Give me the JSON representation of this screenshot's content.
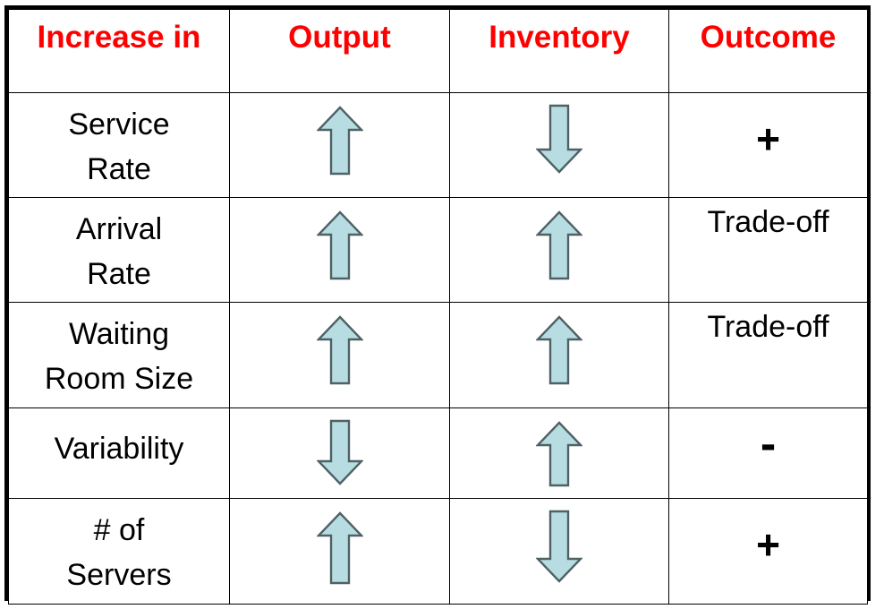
{
  "table": {
    "headers": [
      {
        "label": "Increase in",
        "name": "header-increase-in"
      },
      {
        "label": "Output",
        "name": "header-output"
      },
      {
        "label": "Inventory",
        "name": "header-inventory"
      },
      {
        "label": "Outcome",
        "name": "header-outcome"
      }
    ],
    "header_color": "#ff0000",
    "arrow_fill": "#b7dde2",
    "arrow_stroke": "#4f6164",
    "border_color": "#000000",
    "rows": [
      {
        "factor_lines": [
          "Service",
          "Rate"
        ],
        "output": {
          "icon": "arrow-up-icon",
          "direction": "up"
        },
        "inventory": {
          "icon": "arrow-down-icon",
          "direction": "down"
        },
        "outcome": {
          "text": "+",
          "kind": "symbol"
        }
      },
      {
        "factor_lines": [
          "Arrival",
          "Rate"
        ],
        "output": {
          "icon": "arrow-up-icon",
          "direction": "up"
        },
        "inventory": {
          "icon": "arrow-up-icon",
          "direction": "up"
        },
        "outcome": {
          "text": "Trade-off",
          "kind": "word"
        }
      },
      {
        "factor_lines": [
          "Waiting",
          "Room Size"
        ],
        "output": {
          "icon": "arrow-up-icon",
          "direction": "up"
        },
        "inventory": {
          "icon": "arrow-up-icon",
          "direction": "up"
        },
        "outcome": {
          "text": "Trade-off",
          "kind": "word"
        }
      },
      {
        "factor_lines": [
          "Variability"
        ],
        "output": {
          "icon": "arrow-down-icon",
          "direction": "down"
        },
        "inventory": {
          "icon": "arrow-up-icon",
          "direction": "up"
        },
        "outcome": {
          "text": "-",
          "kind": "symbol"
        }
      },
      {
        "factor_lines": [
          "# of",
          "Servers"
        ],
        "output": {
          "icon": "arrow-up-icon",
          "direction": "up"
        },
        "inventory": {
          "icon": "arrow-down-icon",
          "direction": "down"
        },
        "outcome": {
          "text": "+",
          "kind": "symbol"
        }
      }
    ]
  }
}
